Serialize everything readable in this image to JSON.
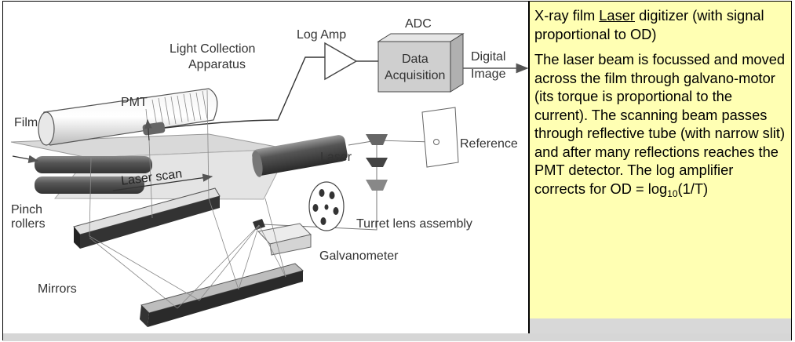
{
  "diagram": {
    "labels": {
      "adc": "ADC",
      "log_amp": "Log Amp",
      "light_collection": [
        "Light Collection",
        "Apparatus"
      ],
      "data_acquisition": [
        "Data",
        "Acquisition"
      ],
      "digital_image": [
        "Digital",
        "Image"
      ],
      "pmt": "PMT",
      "film": "Film",
      "laser_scan": "Laser scan",
      "laser": "Laser",
      "reference": "Reference",
      "pinch_rollers": [
        "Pinch",
        "rollers"
      ],
      "turret_lens": "Turret lens assembly",
      "galvanometer": "Galvanometer",
      "mirrors": "Mirrors"
    }
  },
  "description": {
    "title_pre": "X-ray film ",
    "title_underlined": "Laser",
    "title_post": " digitizer (with signal proportional to OD)",
    "body_main": "The laser beam is focussed and moved across the film through galvano-motor (its torque is proportional to the current). The scanning beam passes through reflective tube (with narrow slit) and after many reflections reaches the PMT detector. The log amplifier corrects for OD = log",
    "body_sub": "10",
    "body_end": "(1/T)"
  },
  "colors": {
    "text_panel_bg": "#ffffb3",
    "box_fill": "#cfcfcf",
    "line": "#444444"
  }
}
